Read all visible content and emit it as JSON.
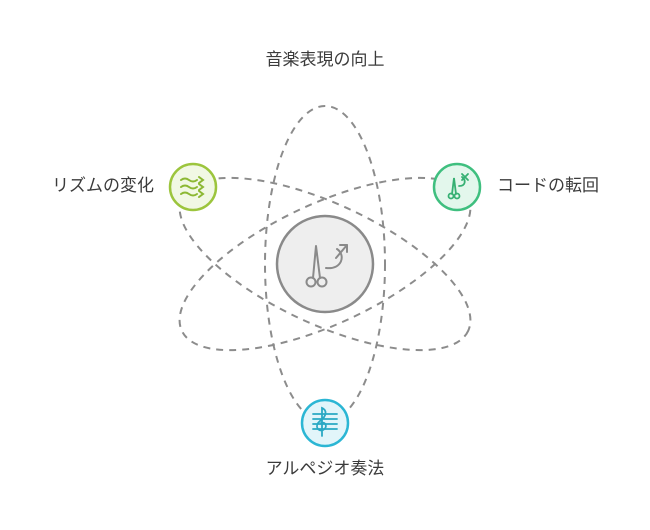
{
  "title": "音楽表現の向上",
  "nodes": {
    "rhythm": {
      "label": "リズムの変化",
      "icon": "waves-icon",
      "color": "#9cc53d",
      "fill": "#f1f8e4"
    },
    "chord": {
      "label": "コードの転回",
      "icon": "scissors-x-icon",
      "color": "#3fbf7f",
      "fill": "#e3f7ec"
    },
    "arpeggio": {
      "label": "アルペジオ奏法",
      "icon": "treble-clef-staff-icon",
      "color": "#2bb6d4",
      "fill": "#e2f5fa"
    },
    "center": {
      "icon": "scissors-arrow-icon",
      "color": "#8a8a8a",
      "fill": "#eeeeee"
    }
  }
}
